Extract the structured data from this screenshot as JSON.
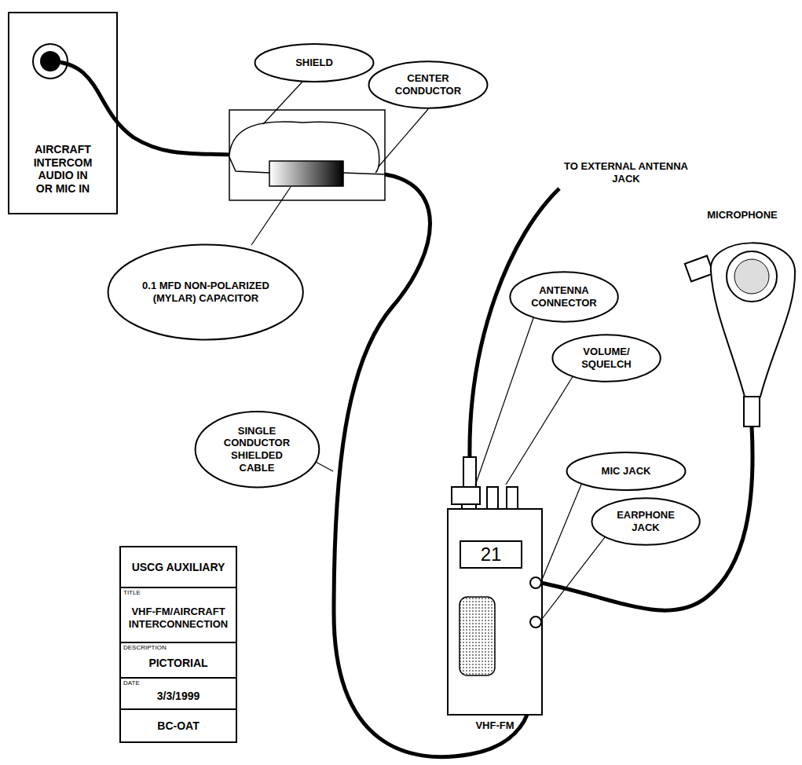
{
  "diagram": {
    "nodes": [
      {
        "text": [
          "AIRCRAFT INTERCOM AUDIO IN OR MIC IN"
        ]
      },
      {
        "text": [
          "SHIELD"
        ]
      },
      {
        "text": [
          "CENTER CONDUCTOR"
        ]
      },
      {
        "text": [
          "0.1 MFD NON-POLARIZED (MYLAR) CAPACITOR"
        ]
      },
      {
        "text": [
          "SINGLE CONDUCTOR SHIELDED CABLE"
        ]
      },
      {
        "text": [
          "ANTENNA CONNECTOR"
        ]
      },
      {
        "text": [
          "VOLUME/ SQUELCH"
        ]
      },
      {
        "text": [
          "MIC JACK"
        ]
      },
      {
        "text": [
          "EARPHONE JACK"
        ]
      },
      {
        "text": [
          "21"
        ]
      },
      {
        "text": [
          "USCG AUXILIARY",
          "TITLE",
          "VHF-FM/AIRCRAFT INTERCONNECTION",
          "DESCRIPTION",
          "PICTORIAL",
          "DATE",
          "3/3/1999",
          "BC-OAT"
        ]
      }
    ],
    "labels": [
      "TO EXTERNAL ANTENNA JACK",
      "MICROPHONE",
      "VHF-FM"
    ]
  }
}
